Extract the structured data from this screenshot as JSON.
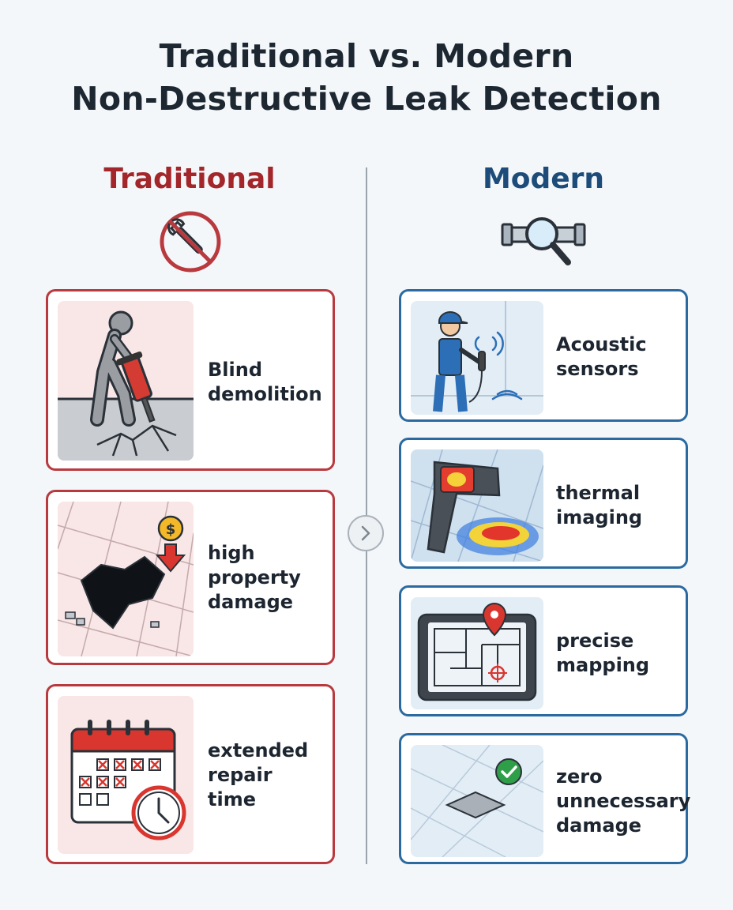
{
  "title": {
    "line1": "Traditional vs. Modern",
    "line2": "Non-Destructive Leak Detection"
  },
  "traditional": {
    "heading": "Traditional",
    "icon": "no-wrench-icon",
    "accent": "#b83a3e",
    "items": [
      {
        "icon": "jackhammer-worker-icon",
        "lines": [
          "Blind",
          "demolition"
        ]
      },
      {
        "icon": "broken-floor-cost-icon",
        "lines": [
          "high",
          "property",
          "damage"
        ]
      },
      {
        "icon": "calendar-clock-icon",
        "lines": [
          "extended",
          "repair",
          "time"
        ]
      }
    ]
  },
  "modern": {
    "heading": "Modern",
    "icon": "pipe-magnifier-icon",
    "accent": "#2b6aa0",
    "items": [
      {
        "icon": "acoustic-sensor-worker-icon",
        "lines": [
          "Acoustic",
          "sensors"
        ]
      },
      {
        "icon": "thermal-camera-icon",
        "lines": [
          "thermal",
          "imaging"
        ]
      },
      {
        "icon": "tablet-map-pin-icon",
        "lines": [
          "precise",
          "mapping"
        ]
      },
      {
        "icon": "check-tile-icon",
        "lines": [
          "zero",
          "unnecessary",
          "damage"
        ]
      }
    ]
  },
  "divider_button_icon": "chevron-right-icon"
}
